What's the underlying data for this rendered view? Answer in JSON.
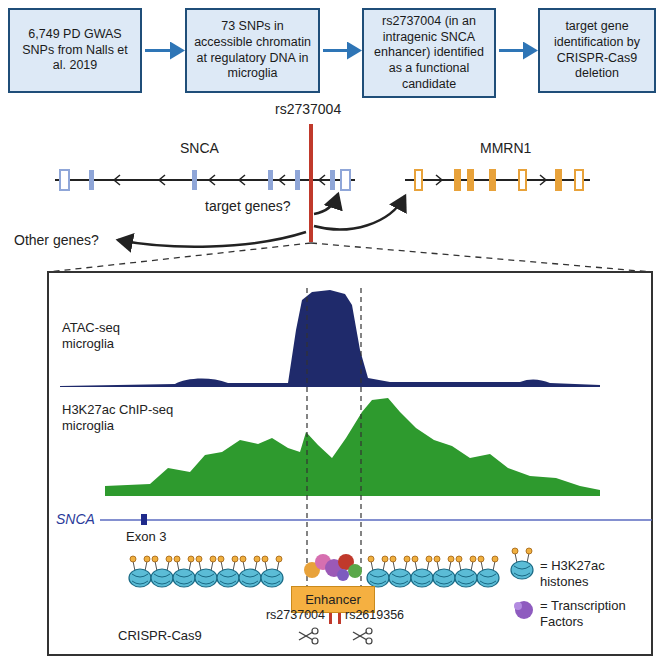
{
  "diagram": {
    "nodes": [
      {
        "text": [
          "6,749 PD GWAS SNPs from Nalls et al. 2019"
        ]
      },
      {
        "text": [
          "73 SNPs in accessible chromatin at regulatory DNA in microglia"
        ]
      },
      {
        "text": [
          "rs2737004 (in an intragenic SNCA enhancer) identified as a functional candidate"
        ]
      },
      {
        "text": [
          "target gene identification by CRISPR-Cas9 deletion"
        ]
      },
      {
        "text": [
          "Enhancer"
        ]
      }
    ],
    "edges": [
      {
        "from": 0,
        "to": 1,
        "arrow": "to"
      },
      {
        "from": 1,
        "to": 2,
        "arrow": "to"
      },
      {
        "from": 2,
        "to": 3,
        "arrow": "to"
      }
    ],
    "labels": [
      "rs2737004",
      "SNCA",
      "MMRN1",
      "target genes?",
      "Other genes?",
      "ATAC-seq microglia",
      "H3K27ac ChIP-seq microglia",
      "SNCA",
      "Exon 3",
      "rs2737004",
      "rs2619356",
      "CRISPR-Cas9"
    ],
    "legend": [
      {
        "text": "= H3K27ac histones"
      },
      {
        "text": "= Transcription Factors"
      }
    ]
  }
}
